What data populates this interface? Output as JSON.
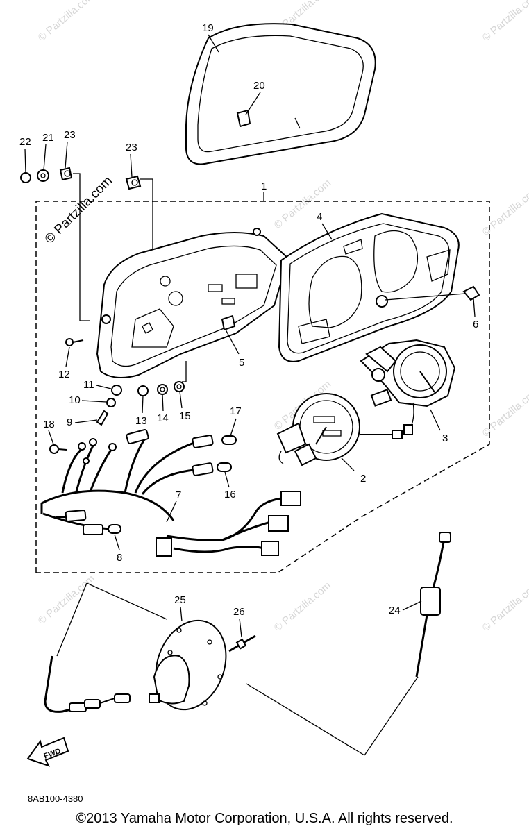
{
  "callouts": [
    {
      "id": "c1",
      "label": "1"
    },
    {
      "id": "c2",
      "label": "2"
    },
    {
      "id": "c3",
      "label": "3"
    },
    {
      "id": "c4",
      "label": "4"
    },
    {
      "id": "c5",
      "label": "5"
    },
    {
      "id": "c6",
      "label": "6"
    },
    {
      "id": "c7",
      "label": "7"
    },
    {
      "id": "c8",
      "label": "8"
    },
    {
      "id": "c9",
      "label": "9"
    },
    {
      "id": "c10",
      "label": "10"
    },
    {
      "id": "c11",
      "label": "11"
    },
    {
      "id": "c12",
      "label": "12"
    },
    {
      "id": "c13",
      "label": "13"
    },
    {
      "id": "c14",
      "label": "14"
    },
    {
      "id": "c15",
      "label": "15"
    },
    {
      "id": "c16",
      "label": "16"
    },
    {
      "id": "c17",
      "label": "17"
    },
    {
      "id": "c18",
      "label": "18"
    },
    {
      "id": "c19",
      "label": "19"
    },
    {
      "id": "c20",
      "label": "20"
    },
    {
      "id": "c21",
      "label": "21"
    },
    {
      "id": "c22",
      "label": "22"
    },
    {
      "id": "c23a",
      "label": "23"
    },
    {
      "id": "c23b",
      "label": "23"
    },
    {
      "id": "c24",
      "label": "24"
    },
    {
      "id": "c25",
      "label": "25"
    },
    {
      "id": "c26",
      "label": "26"
    }
  ],
  "fwd_label": "FWD",
  "catalog_code": "8AB100-4380",
  "copyright": "©2013 Yamaha Motor Corporation, U.S.A. All rights reserved.",
  "watermark_text": "© Partzilla.com"
}
